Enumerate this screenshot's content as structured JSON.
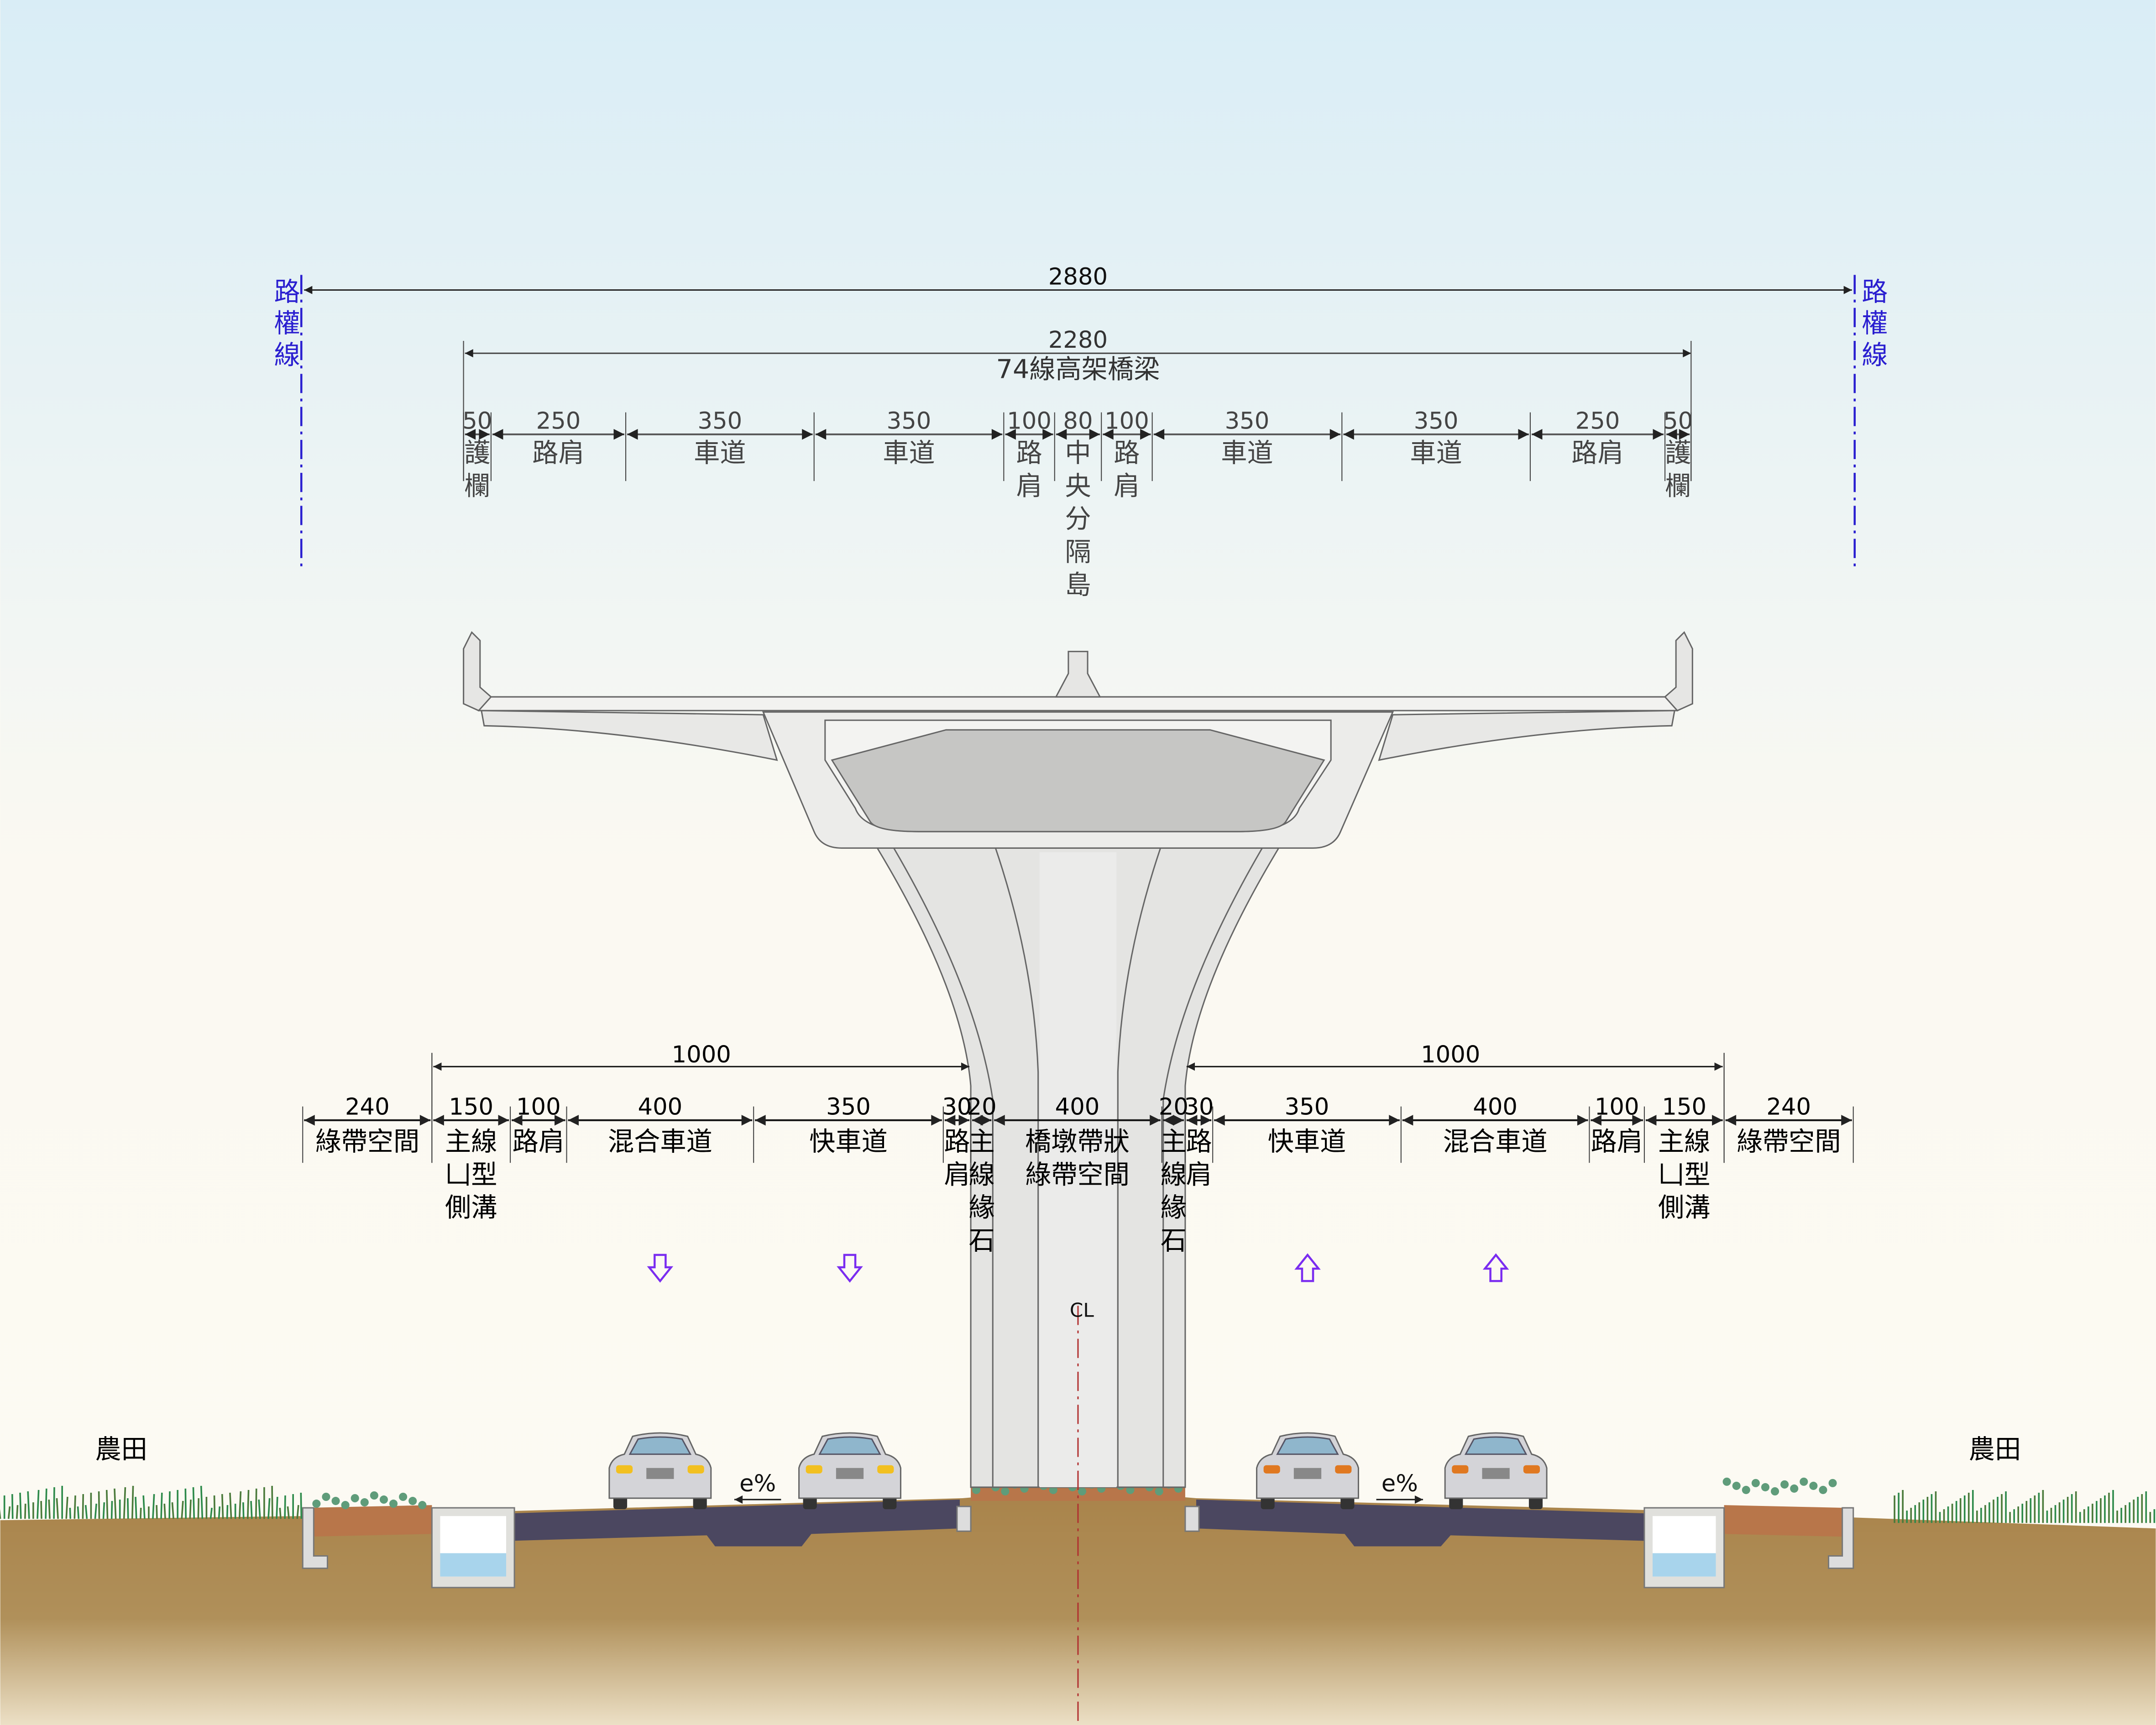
{
  "right_of_way": {
    "label_left": "路權線",
    "label_right": "路權線",
    "total_width": "2880"
  },
  "viaduct": {
    "total_width": "2280",
    "title": "74線高架橋梁"
  },
  "top_segments": [
    {
      "value": "50",
      "label": [
        "護",
        "欄"
      ]
    },
    {
      "value": "250",
      "label": [
        "路肩"
      ]
    },
    {
      "value": "350",
      "label": [
        "車道"
      ]
    },
    {
      "value": "350",
      "label": [
        "車道"
      ]
    },
    {
      "value": "100",
      "label": [
        "路",
        "肩"
      ]
    },
    {
      "value": "80",
      "label": [
        "中",
        "央",
        "分",
        "隔",
        "島"
      ]
    },
    {
      "value": "100",
      "label": [
        "路",
        "肩"
      ]
    },
    {
      "value": "350",
      "label": [
        "車道"
      ]
    },
    {
      "value": "350",
      "label": [
        "車道"
      ]
    },
    {
      "value": "250",
      "label": [
        "路肩"
      ]
    },
    {
      "value": "50",
      "label": [
        "護",
        "欄"
      ]
    }
  ],
  "ground_half_widths": {
    "left": "1000",
    "right": "1000"
  },
  "bottom_segments": [
    {
      "value": "240",
      "label": [
        "綠帶空間"
      ]
    },
    {
      "value": "150",
      "label": [
        "主線",
        "凵型",
        "側溝"
      ]
    },
    {
      "value": "100",
      "label": [
        "路肩"
      ]
    },
    {
      "value": "400",
      "label": [
        "混合車道"
      ]
    },
    {
      "value": "350",
      "label": [
        "快車道"
      ]
    },
    {
      "value": "30",
      "label": [
        "路",
        "肩"
      ]
    },
    {
      "value": "20",
      "label": [
        "主",
        "線",
        "緣",
        "石"
      ]
    },
    {
      "value": "400",
      "label": [
        "橋墩帶狀",
        "綠帶空間"
      ]
    },
    {
      "value": "20",
      "label": [
        "主",
        "線",
        "緣",
        "石"
      ]
    },
    {
      "value": "30",
      "label": [
        "路",
        "肩"
      ]
    },
    {
      "value": "350",
      "label": [
        "快車道"
      ]
    },
    {
      "value": "400",
      "label": [
        "混合車道"
      ]
    },
    {
      "value": "100",
      "label": [
        "路肩"
      ]
    },
    {
      "value": "150",
      "label": [
        "主線",
        "凵型",
        "側溝"
      ]
    },
    {
      "value": "240",
      "label": [
        "綠帶空間"
      ]
    }
  ],
  "farmland": {
    "left": "農田",
    "right": "農田"
  },
  "crossfall": {
    "left": "e%",
    "right": "e%"
  },
  "centerline": "CL",
  "traffic_arrows": [
    "down-arrow-icon",
    "down-arrow-icon",
    "up-arrow-icon",
    "up-arrow-icon"
  ],
  "colors": {
    "row_line": "#2a1fd0",
    "arrow": "#7a2cf0",
    "ground": "#a8834a",
    "concrete": "#ececea",
    "pavement": "#4b4760"
  }
}
